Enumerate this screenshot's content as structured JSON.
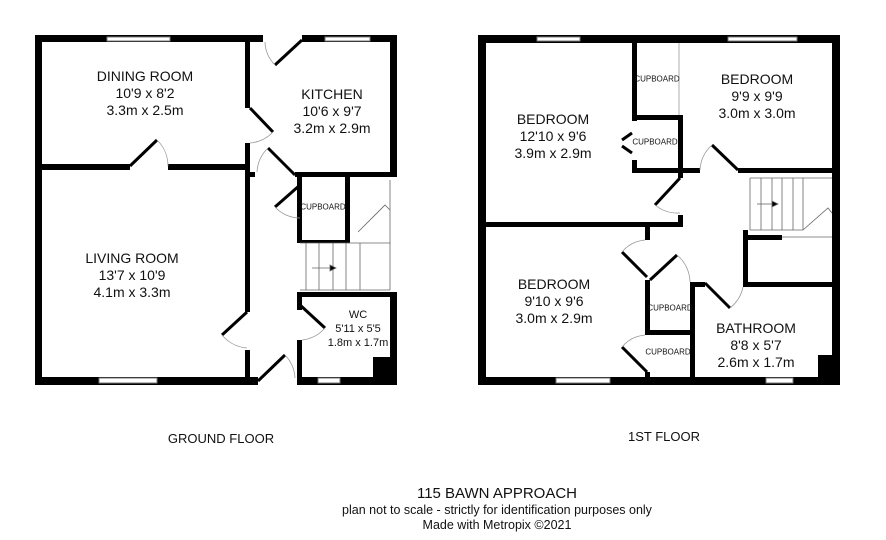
{
  "ground_floor": {
    "label": "GROUND FLOOR",
    "rooms": [
      {
        "name": "DINING ROOM",
        "imperial": "10'9 x 8'2",
        "metric": "3.3m x 2.5m"
      },
      {
        "name": "KITCHEN",
        "imperial": "10'6 x 9'7",
        "metric": "3.2m x 2.9m"
      },
      {
        "name": "LIVING ROOM",
        "imperial": "13'7 x 10'9",
        "metric": "4.1m x 3.3m"
      },
      {
        "name": "WC",
        "imperial": "5'11 x 5'5",
        "metric": "1.8m x 1.7m"
      }
    ],
    "cupboards": [
      "CUPBOARD"
    ]
  },
  "first_floor": {
    "label": "1ST FLOOR",
    "rooms": [
      {
        "name": "BEDROOM",
        "imperial": "12'10 x 9'6",
        "metric": "3.9m x 2.9m"
      },
      {
        "name": "BEDROOM",
        "imperial": "9'9 x 9'9",
        "metric": "3.0m x 3.0m"
      },
      {
        "name": "BEDROOM",
        "imperial": "9'10 x 9'6",
        "metric": "3.0m x 2.9m"
      },
      {
        "name": "BATHROOM",
        "imperial": "8'8 x 5'7",
        "metric": "2.6m x 1.7m"
      }
    ],
    "cupboards": [
      "CUPBOARD",
      "CUPBOARD",
      "CUPBOARD",
      "CUPBOARD"
    ]
  },
  "footer": {
    "address": "115 BAWN APPROACH",
    "disclaimer": "plan not to scale - strictly for identification purposes only",
    "credit": "Made with Metropix ©2021"
  }
}
